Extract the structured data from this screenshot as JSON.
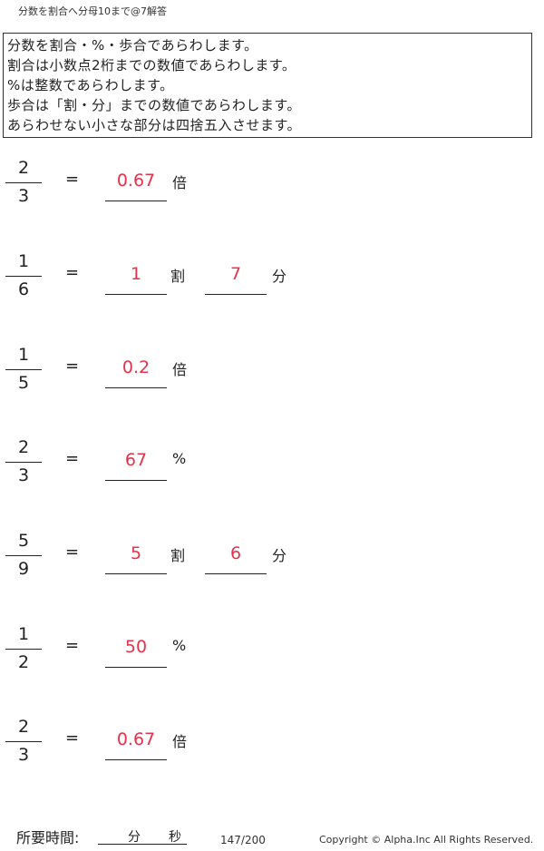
{
  "title": "分数を割合へ分母10まで@7解答",
  "instructions": [
    "分数を割合・%・歩合であらわします。",
    "割合は小数点2桁までの数値であらわします。",
    "%は整数であらわします。",
    "歩合は「割・分」までの数値であらわします。",
    "あらわせない小さな部分は四捨五入させます。"
  ],
  "equals": "=",
  "problems": [
    {
      "num": "2",
      "den": "3",
      "ans1": "0.67",
      "unit1": "倍"
    },
    {
      "num": "1",
      "den": "6",
      "ans1": "1",
      "unit1": "割",
      "ans2": "7",
      "unit2": "分"
    },
    {
      "num": "1",
      "den": "5",
      "ans1": "0.2",
      "unit1": "倍"
    },
    {
      "num": "2",
      "den": "3",
      "ans1": "67",
      "unit1": "%"
    },
    {
      "num": "5",
      "den": "9",
      "ans1": "5",
      "unit1": "割",
      "ans2": "6",
      "unit2": "分"
    },
    {
      "num": "1",
      "den": "2",
      "ans1": "50",
      "unit1": "%"
    },
    {
      "num": "2",
      "den": "3",
      "ans1": "0.67",
      "unit1": "倍"
    }
  ],
  "footer": {
    "time_label": "所要時間:",
    "minutes": "分",
    "seconds": "秒",
    "page": "147/200",
    "copyright": "Copyright ©  Alpha.Inc All Rights Reserved."
  }
}
